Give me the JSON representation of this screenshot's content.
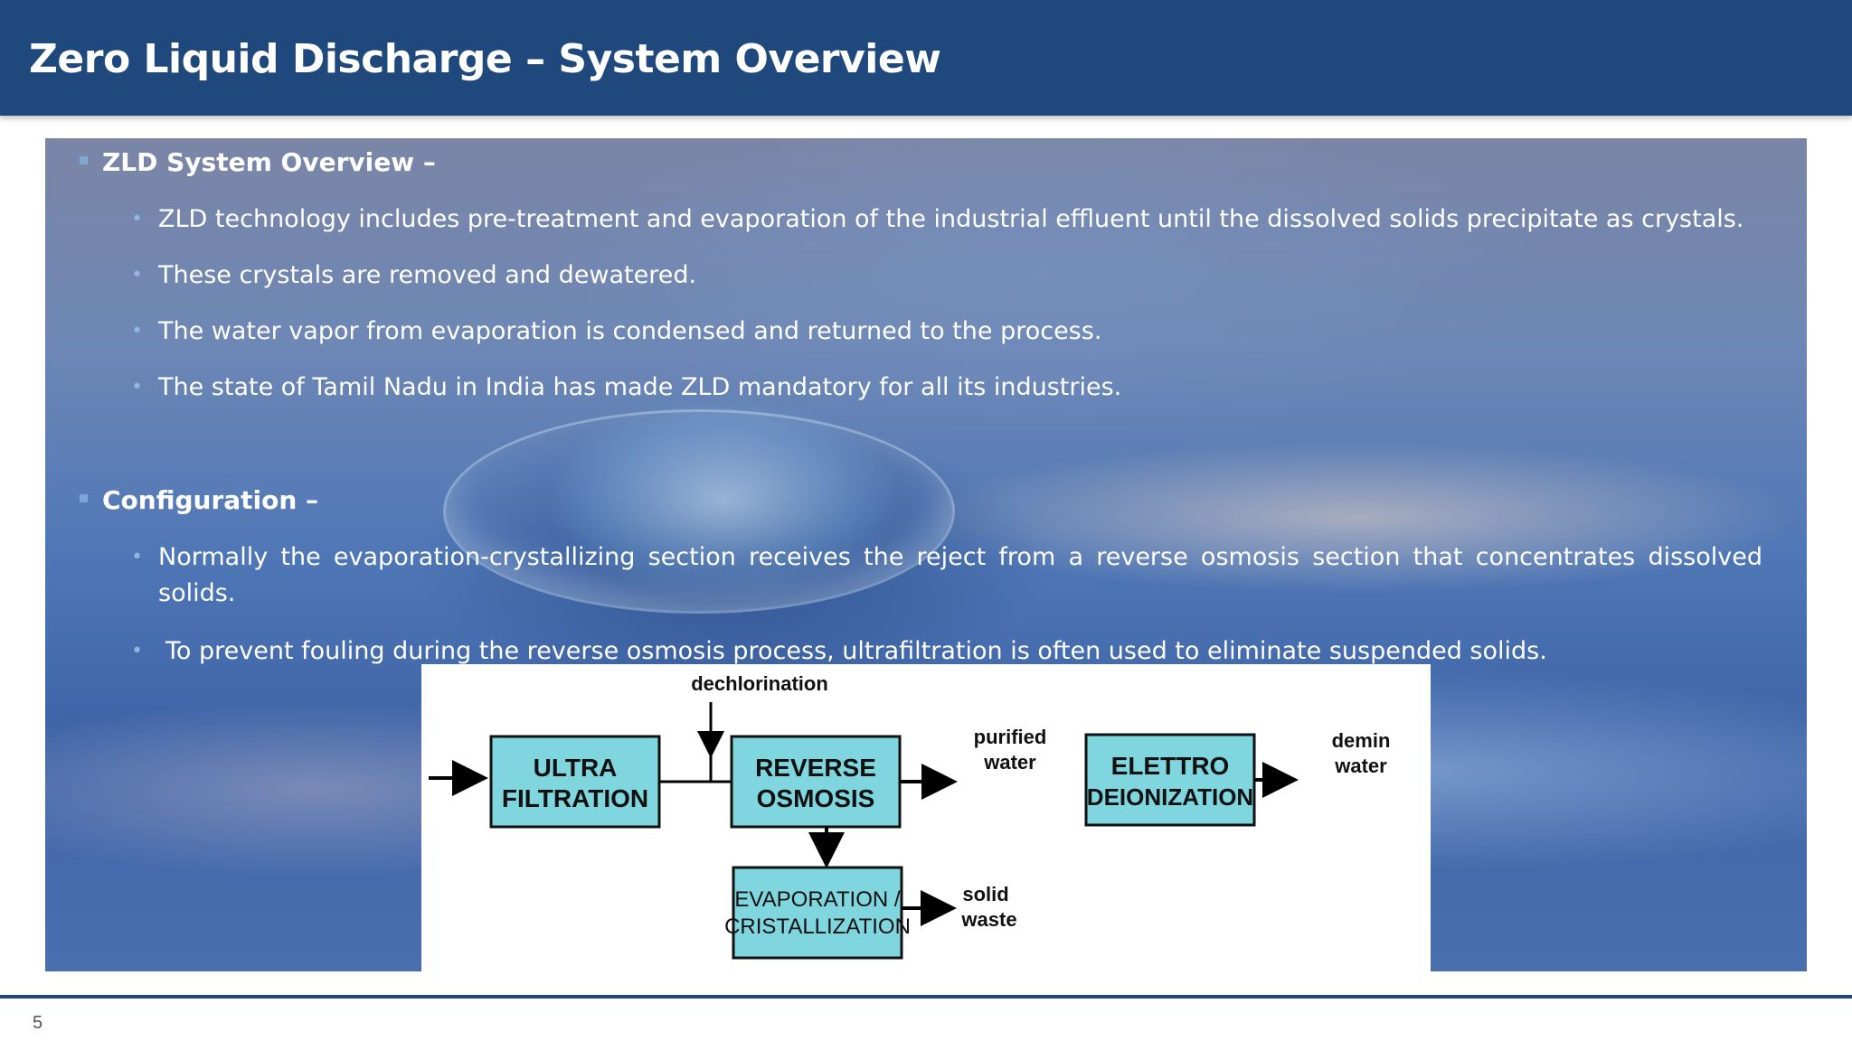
{
  "slide": {
    "title": "Zero Liquid Discharge – System Overview",
    "page_number": "5"
  },
  "sections": [
    {
      "heading": "ZLD System Overview –",
      "bullets": [
        "ZLD technology includes pre-treatment and evaporation of the industrial effluent until the dissolved solids precipitate as crystals.",
        "These crystals are removed and dewatered.",
        "The water vapor from evaporation is condensed and returned to the process.",
        "The state of Tamil Nadu in India has made ZLD mandatory for all its industries."
      ]
    },
    {
      "heading": "Configuration –",
      "bullets": [
        "Normally the evaporation-crystallizing section receives the reject from a reverse osmosis section that concentrates dissolved solids.",
        "To prevent fouling during the reverse osmosis process, ultrafiltration is often used to eliminate suspended solids."
      ]
    }
  ],
  "diagram": {
    "dechlorination": "dechlorination",
    "uf_line1": "ULTRA",
    "uf_line2": "FILTRATION",
    "ro_line1": "REVERSE",
    "ro_line2": "OSMOSIS",
    "edi_line1": "ELETTRO",
    "edi_line2": "DEIONIZATION",
    "evap_line1": "EVAPORATION /",
    "evap_line2": "CRISTALLIZATION",
    "purified_line1": "purified",
    "purified_line2": "water",
    "demin_line1": "demin",
    "demin_line2": "water",
    "solid_line1": "solid",
    "solid_line2": "waste",
    "colors": {
      "box_fill": "#7fd6de",
      "box_stroke": "#111111",
      "arrow": "#000000"
    }
  },
  "theme": {
    "header_bg": "#1f487c",
    "text": "#ffffff",
    "bullet_marker": "#7fa7d8"
  }
}
